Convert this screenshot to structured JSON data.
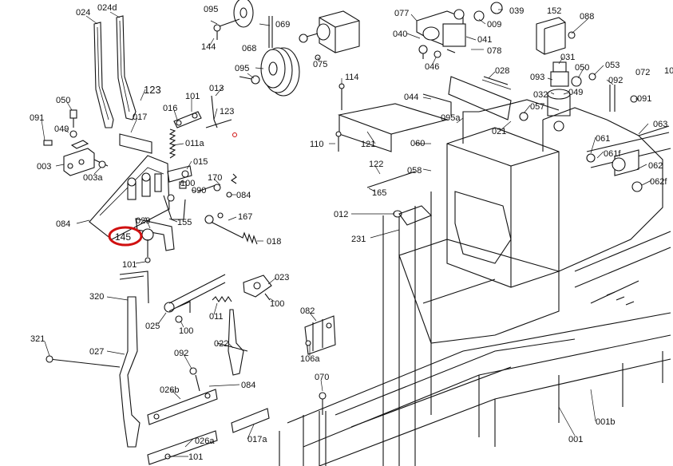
{
  "diagram": {
    "highlight_color": "#d01010",
    "highlighted_part": "145",
    "labels": {
      "l024": "024",
      "l024d": "024d",
      "l095a": "095",
      "l069": "069",
      "l144": "144",
      "l068": "068",
      "l095b": "095",
      "l075": "075",
      "l040": "040",
      "l077": "077",
      "l039": "039",
      "l009": "009",
      "l041": "041",
      "l078": "078",
      "l046": "046",
      "l152": "152",
      "l088": "088",
      "l031": "031",
      "l028": "028",
      "l050b": "050",
      "l053": "053",
      "l072": "072",
      "l10": "10",
      "l093": "093",
      "l092b": "092",
      "l091b": "091",
      "l032": "032",
      "l049b": "049",
      "l057": "057",
      "l114": "114",
      "l044": "044",
      "l095a2": "095a",
      "l021": "021",
      "l063": "063",
      "l061": "061",
      "l061f": "061f",
      "l062": "062",
      "l062f": "062f",
      "l123a": "123",
      "l123b": "123",
      "l013": "013",
      "l101a": "101",
      "l016": "016",
      "l017": "017",
      "l011a": "011a",
      "l015": "015",
      "l050a": "050",
      "l049a": "049",
      "l091a": "091",
      "l003": "003",
      "l003a": "003a",
      "l100a": "100",
      "l090": "090",
      "l170": "170",
      "l084a": "084",
      "l167": "167",
      "l029": "029",
      "l155": "155",
      "l018": "018",
      "l084b": "084",
      "l145": "145",
      "l101b": "101",
      "l110": "110",
      "l121": "121",
      "l060": "060",
      "l122": "122",
      "l058": "058",
      "l165": "165",
      "l012": "012",
      "l231": "231",
      "l320": "320",
      "l023": "023",
      "l100b": "100",
      "l025": "025",
      "l100c": "100",
      "l011": "011",
      "l082": "082",
      "l106a": "106a",
      "l321": "321",
      "l027": "027",
      "l092a": "092",
      "l022": "022",
      "l070": "070",
      "l026b": "026b",
      "l084c": "084",
      "l026a": "026a",
      "l017a": "017a",
      "l101c": "101",
      "l001": "001",
      "l001b": "001b"
    }
  }
}
